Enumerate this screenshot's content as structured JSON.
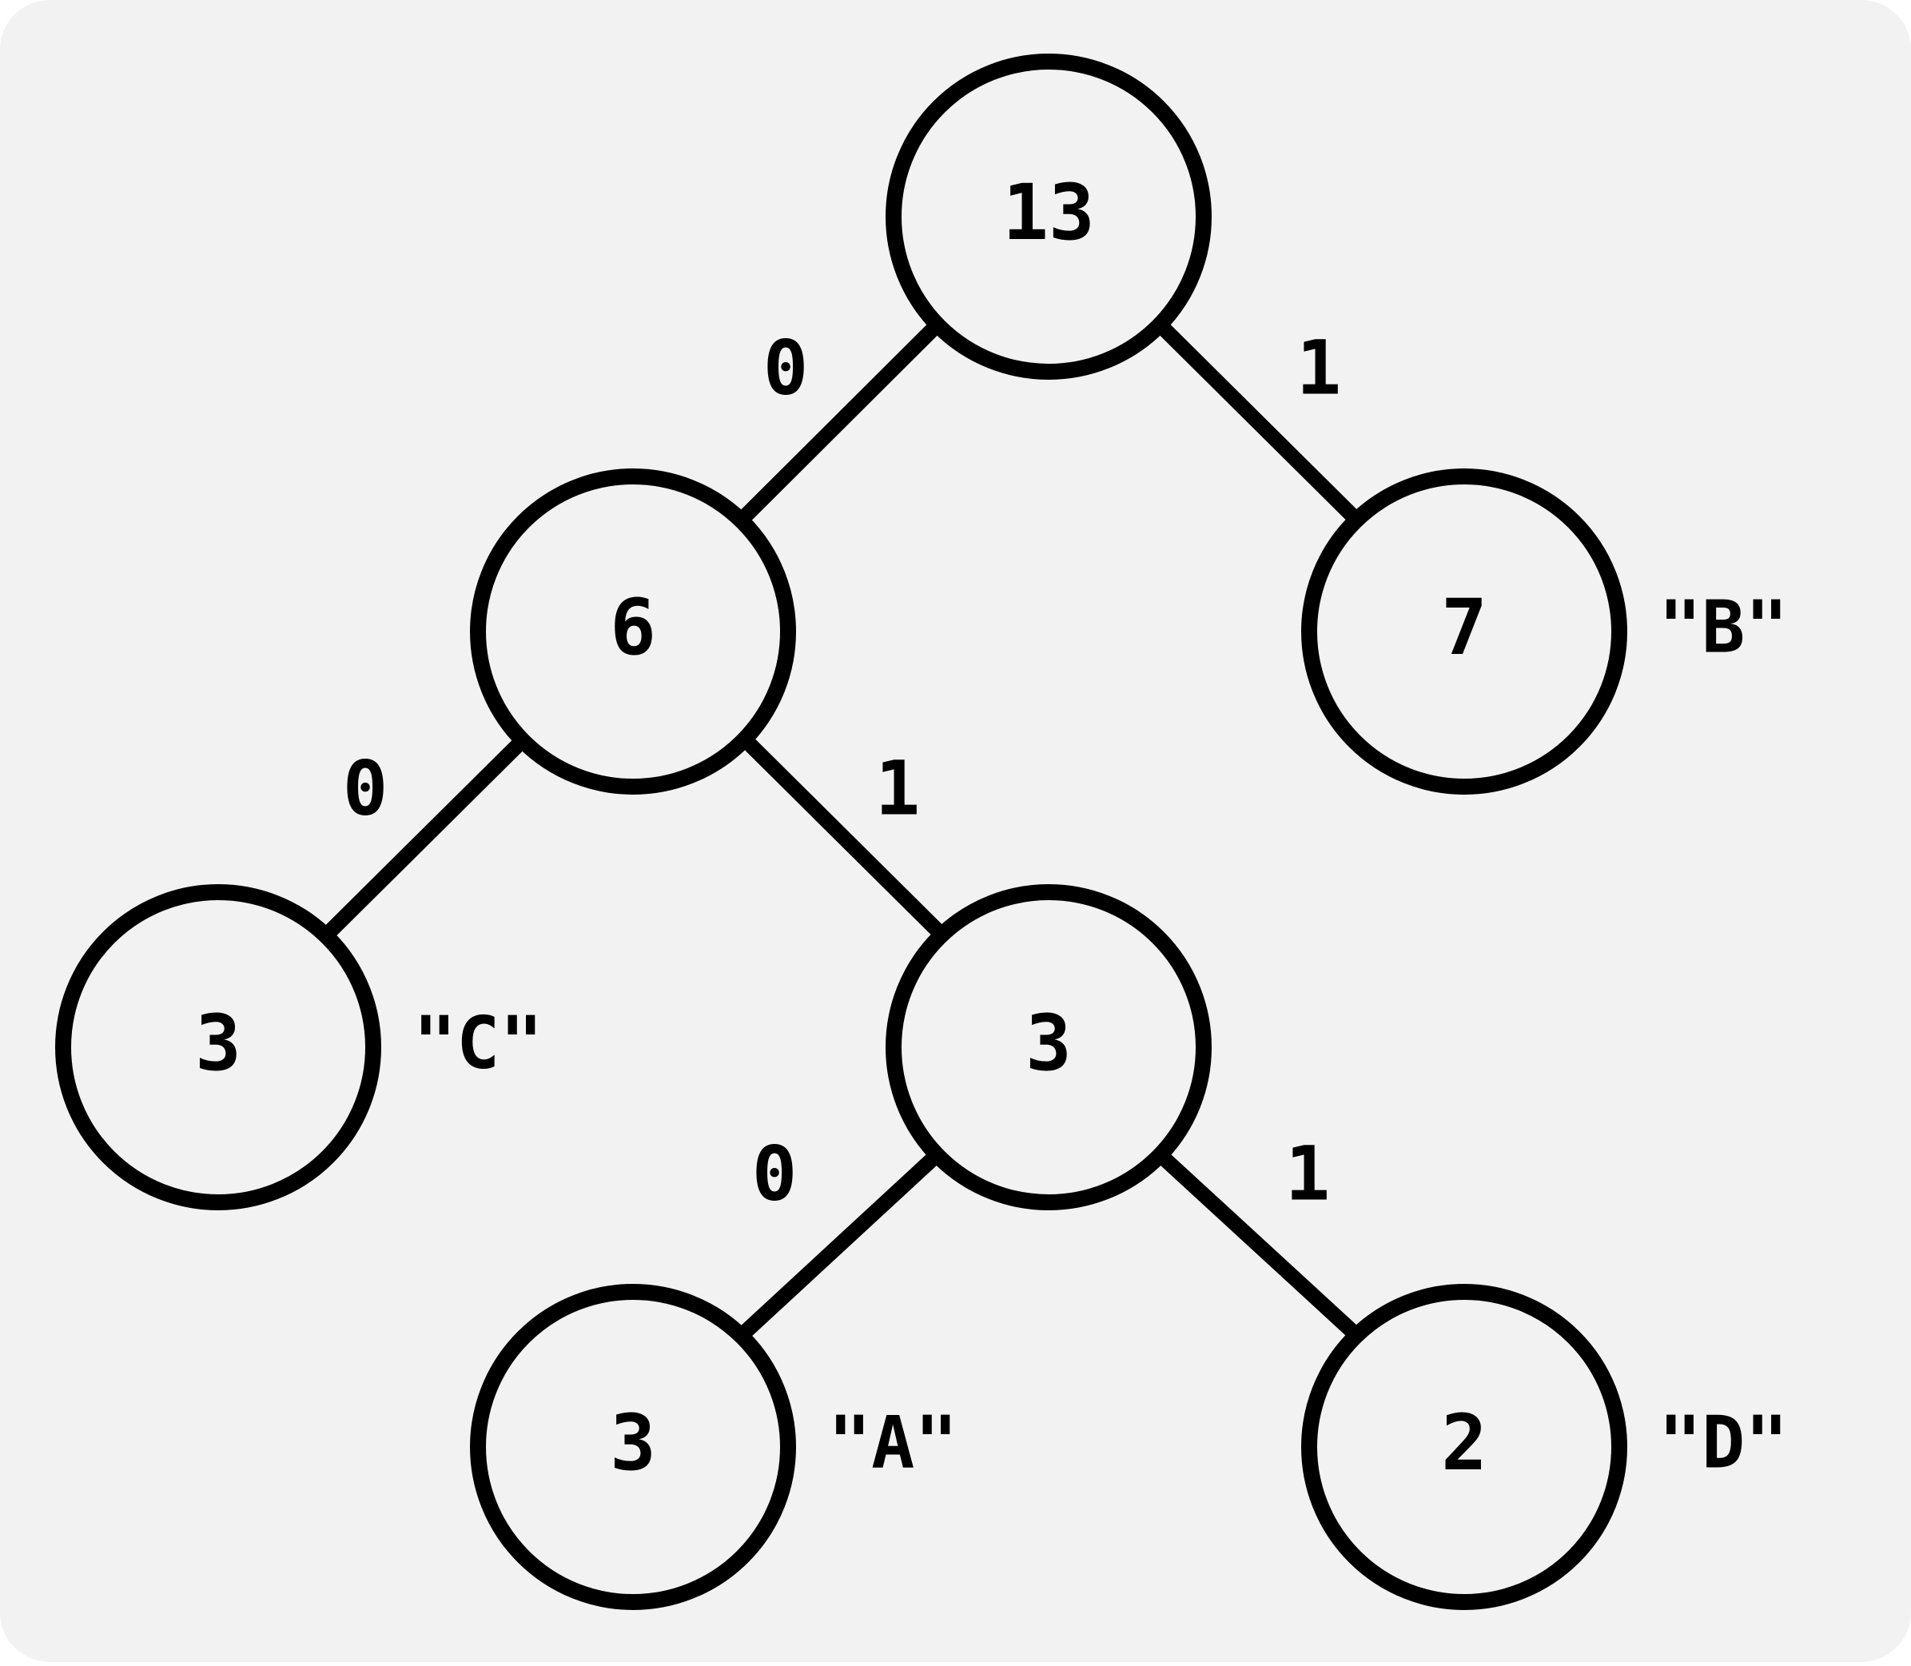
{
  "style": {
    "background": "#f2f2f2",
    "stroke": "#000000"
  },
  "tree": {
    "nodes": {
      "root": {
        "value": "13"
      },
      "n6": {
        "value": "6"
      },
      "n7": {
        "value": "7",
        "symbol": "\"B\""
      },
      "n3c": {
        "value": "3",
        "symbol": "\"C\""
      },
      "n3": {
        "value": "3"
      },
      "n3a": {
        "value": "3",
        "symbol": "\"A\""
      },
      "n2": {
        "value": "2",
        "symbol": "\"D\""
      }
    },
    "edges": {
      "root_n6": {
        "label": "0"
      },
      "root_n7": {
        "label": "1"
      },
      "n6_n3c": {
        "label": "0"
      },
      "n6_n3": {
        "label": "1"
      },
      "n3_n3a": {
        "label": "0"
      },
      "n3_n2": {
        "label": "1"
      }
    }
  }
}
